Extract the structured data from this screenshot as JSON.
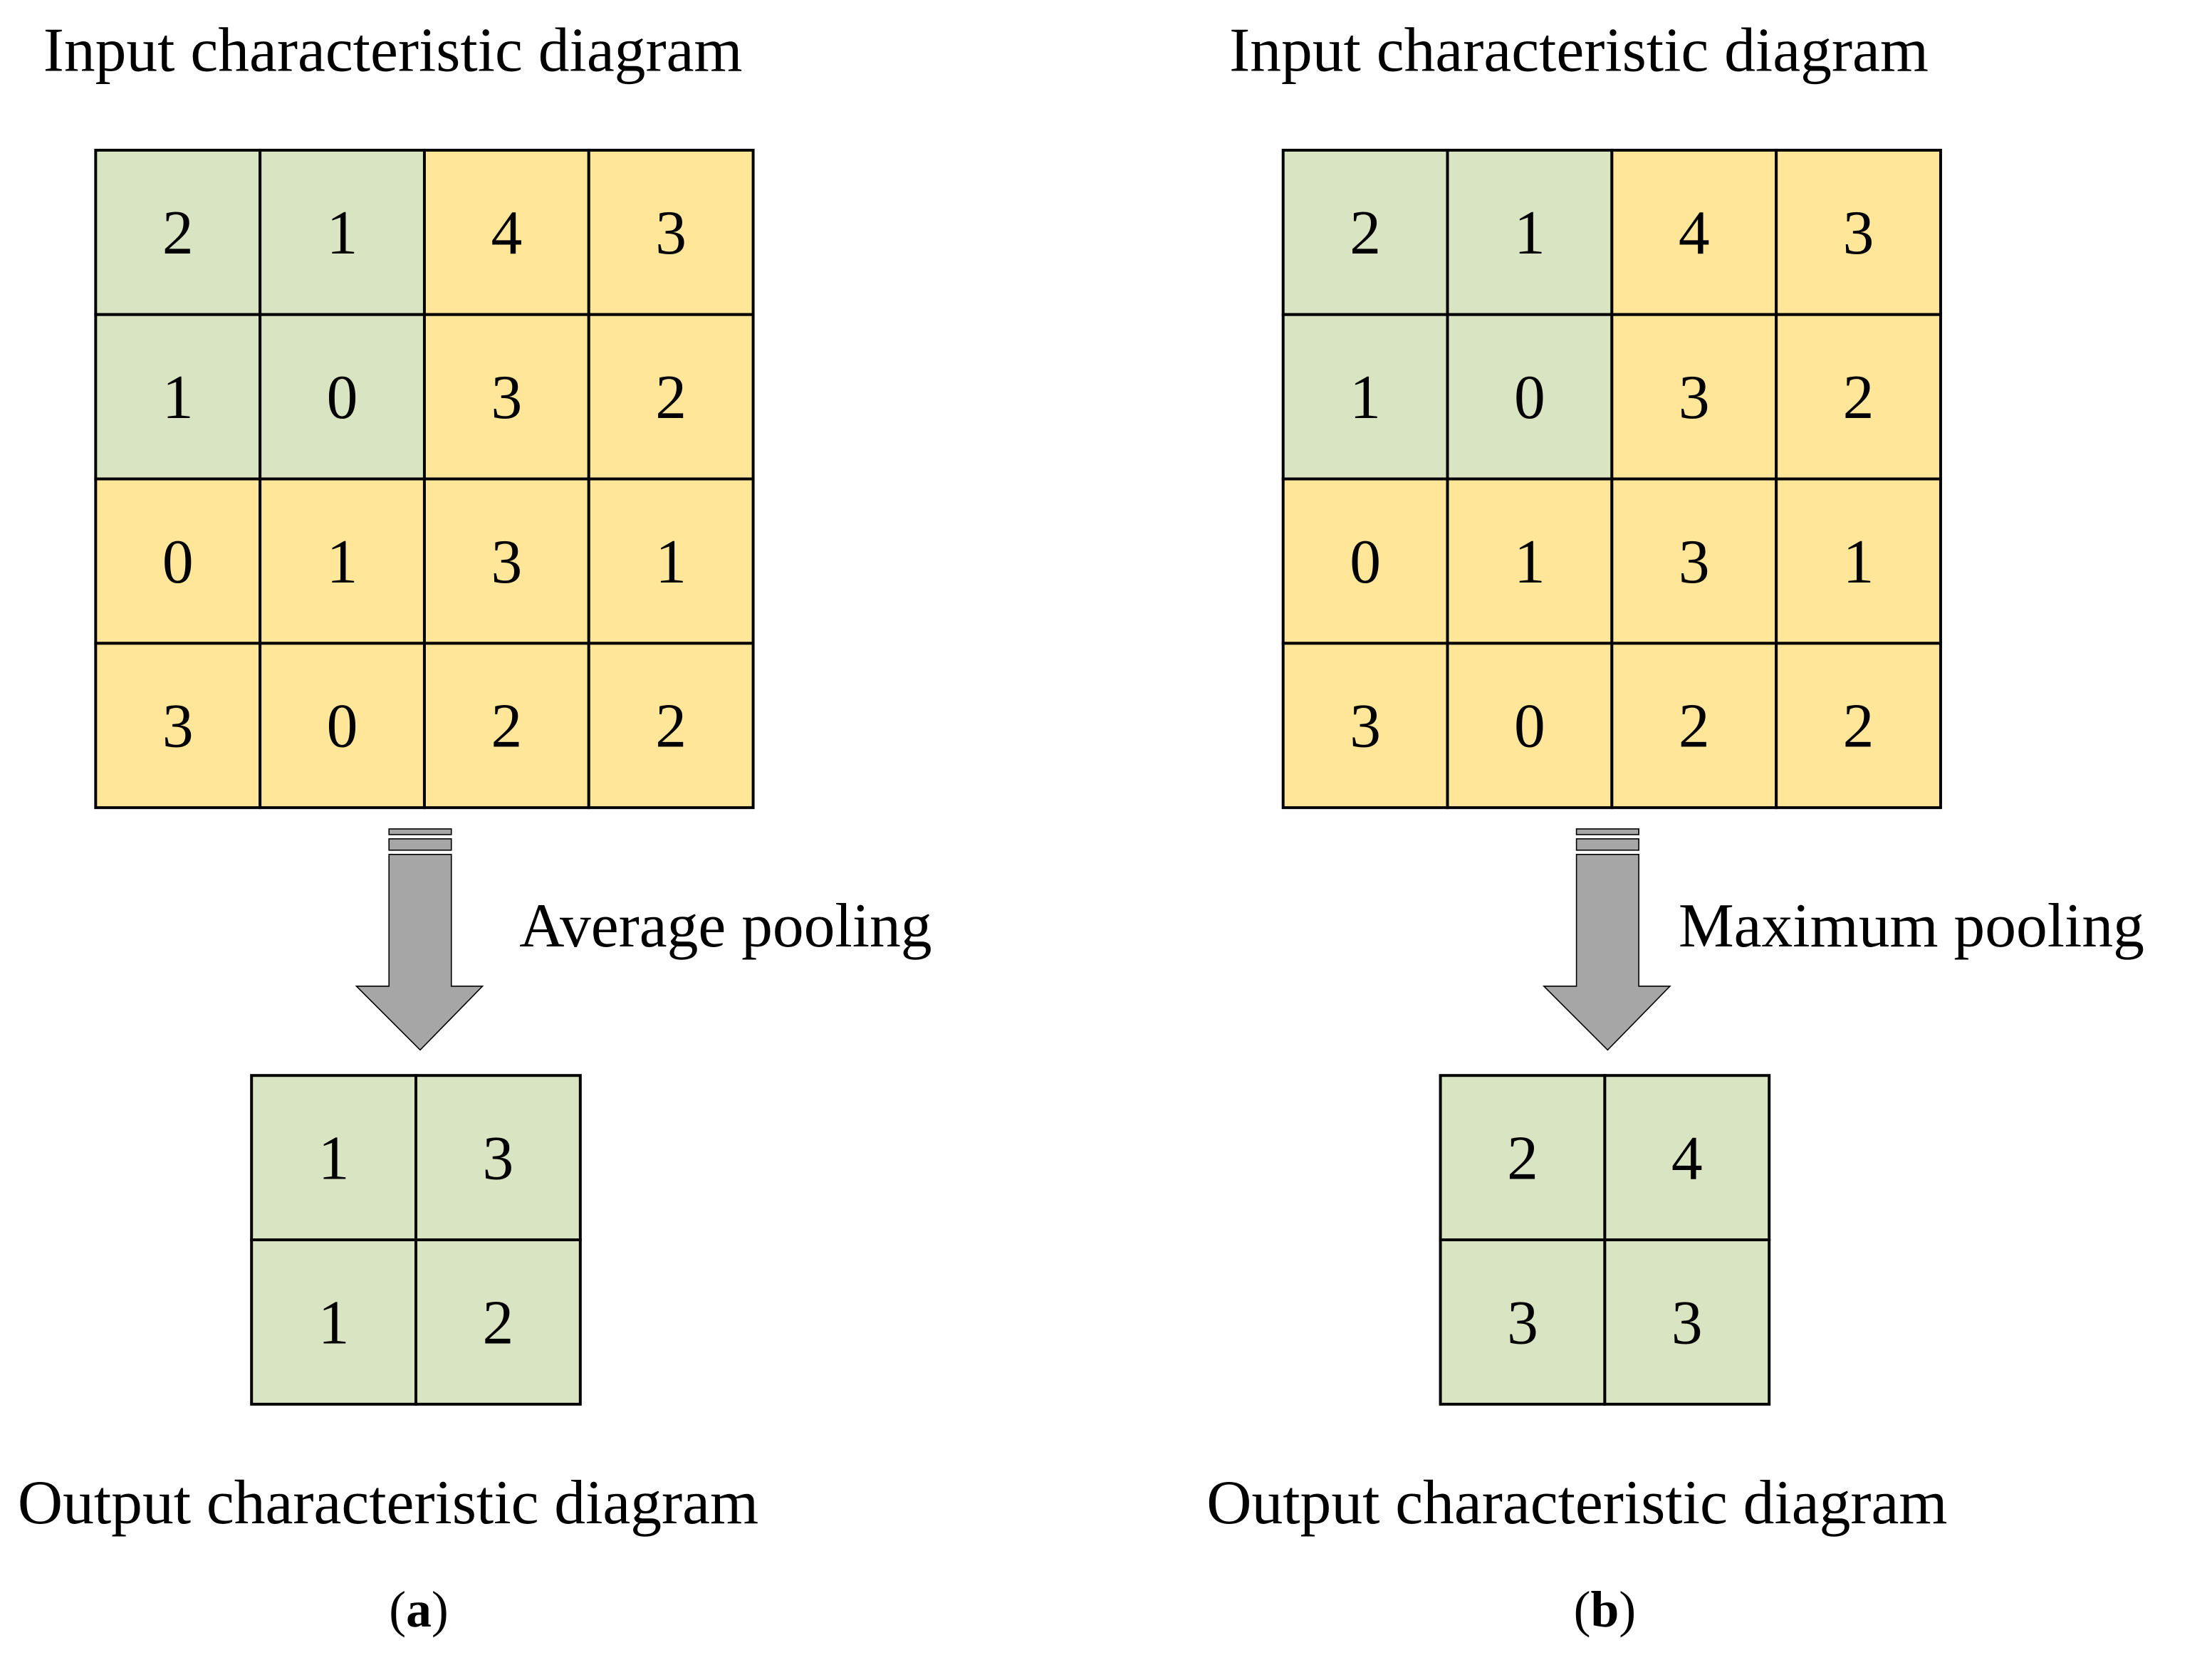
{
  "colors": {
    "highlight": "#d9e4c3",
    "other": "#ffe699",
    "arrow": "#a6a6a6",
    "border": "#000000"
  },
  "panels": [
    {
      "input_title": "Input characteristic diagram",
      "input_grid": [
        [
          2,
          1,
          4,
          3
        ],
        [
          1,
          0,
          3,
          2
        ],
        [
          0,
          1,
          3,
          1
        ],
        [
          3,
          0,
          2,
          2
        ]
      ],
      "highlighted_cells": [
        [
          0,
          0
        ],
        [
          0,
          1
        ],
        [
          1,
          0
        ],
        [
          1,
          1
        ]
      ],
      "operation": "Average pooling",
      "output_grid": [
        [
          1,
          3
        ],
        [
          1,
          2
        ]
      ],
      "output_title": "Output characteristic diagram",
      "caption_letter": "a"
    },
    {
      "input_title": "Input characteristic diagram",
      "input_grid": [
        [
          2,
          1,
          4,
          3
        ],
        [
          1,
          0,
          3,
          2
        ],
        [
          0,
          1,
          3,
          1
        ],
        [
          3,
          0,
          2,
          2
        ]
      ],
      "highlighted_cells": [
        [
          0,
          0
        ],
        [
          0,
          1
        ],
        [
          1,
          0
        ],
        [
          1,
          1
        ]
      ],
      "operation": "Maximum pooling",
      "output_grid": [
        [
          2,
          4
        ],
        [
          3,
          3
        ]
      ],
      "output_title": "Output characteristic diagram",
      "caption_letter": "b"
    }
  ]
}
